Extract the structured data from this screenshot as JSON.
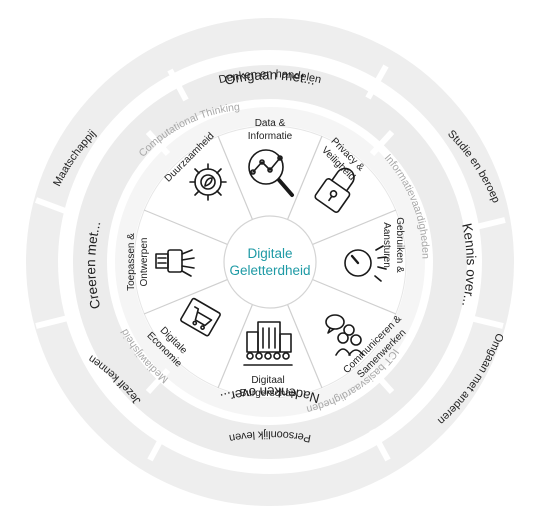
{
  "center": {
    "line1": "Digitale",
    "line2": "Geletterdheid"
  },
  "outer_ring": [
    "Denken en handelen",
    "Studie en beroep",
    "Omgaan met anderen",
    "Persoonlijk leven",
    "Jezelf kennen",
    "Maatschappij"
  ],
  "middle_ring": [
    "Omgaan met...",
    "Kennis over...",
    "Nadenken over...",
    "Creeren met..."
  ],
  "inner_ring": [
    "Computational Thinking",
    "Informatievaardigheden",
    "ICT basisvaardigheden",
    "Mediawijsheid"
  ],
  "segments": [
    {
      "lines": [
        "Data &",
        "Informatie"
      ],
      "icon": "magnifier-graph-icon"
    },
    {
      "lines": [
        "Privacy &",
        "Veiligheid"
      ],
      "icon": "padlock-icon"
    },
    {
      "lines": [
        "Gebruiken &",
        "Aansturen"
      ],
      "icon": "dial-icon"
    },
    {
      "lines": [
        "Communiceren &",
        "Samenwerken"
      ],
      "icon": "people-chat-icon"
    },
    {
      "lines": [
        "Digitaal",
        "Burgerschap"
      ],
      "icon": "buildings-crowd-icon"
    },
    {
      "lines": [
        "Digitale",
        "Economie"
      ],
      "icon": "shopping-cart-screen-icon"
    },
    {
      "lines": [
        "Toepassen &",
        "Ontwerpen"
      ],
      "icon": "robot-hand-icon"
    },
    {
      "lines": [
        "Duurzaamheid"
      ],
      "icon": "gear-leaf-icon"
    }
  ],
  "colors": {
    "center_text": "#1e9aa5",
    "ring_fill": "#eeeeee",
    "gap": "#ffffff"
  }
}
